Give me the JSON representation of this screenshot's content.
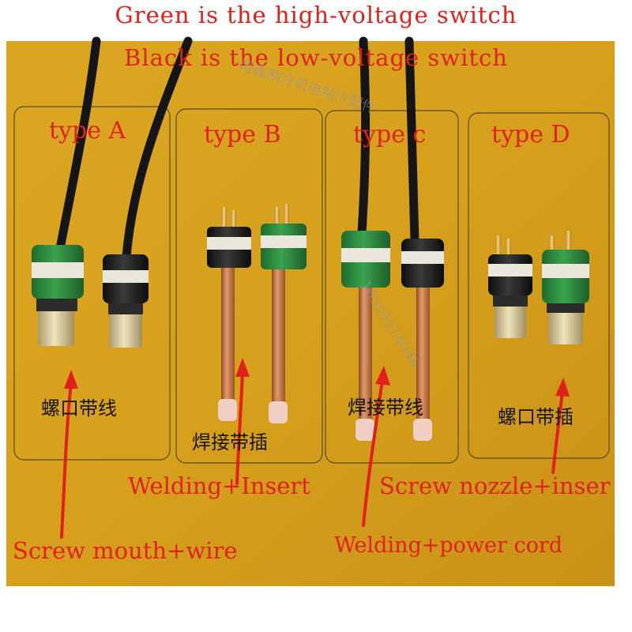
{
  "titles": {
    "line1": "Green is the high-voltage switch",
    "line2": "Black is the low-voltage switch"
  },
  "types": {
    "a": "type A",
    "b": "type B",
    "c": "type c",
    "d": "type D"
  },
  "chinese_labels": {
    "a": "螺口带线",
    "b": "焊接带插",
    "c": "焊接带线",
    "d": "螺口带插"
  },
  "captions": {
    "welding_insert": "Welding+Insert",
    "screw_nozzle_insert": "Screw nozzle+inser",
    "screw_mouth_wire": "Screw mouth+wire",
    "welding_power_cord": "Welding+power cord"
  },
  "watermark": {
    "text1": "隆鑫制冷机电制冷配件",
    "text2": "18554114046"
  },
  "colors": {
    "background_yellow": "#d7a21e",
    "annotation_red": "#e0201a",
    "green_switch": "#2c8a3e",
    "black_switch": "#1c1c1c",
    "copper": "#c46f3f",
    "brass": "#d8c89a"
  }
}
